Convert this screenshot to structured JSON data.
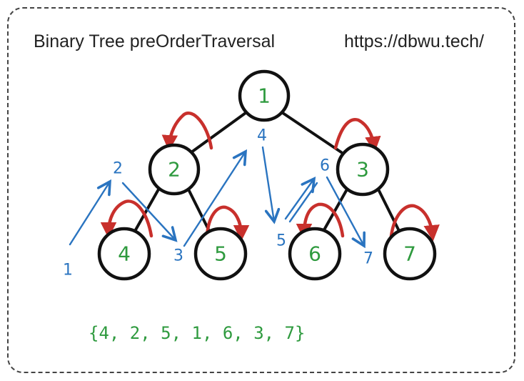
{
  "header": {
    "title": "Binary Tree preOrderTraversal",
    "url": "https://dbwu.tech/"
  },
  "tree": {
    "nodes": [
      "1",
      "2",
      "3",
      "4",
      "5",
      "6",
      "7"
    ]
  },
  "steps": [
    "1",
    "2",
    "3",
    "4",
    "5",
    "6",
    "7"
  ],
  "result": "{4, 2, 5, 1, 6, 3, 7}",
  "colors": {
    "node_label": "#2e9a3e",
    "step_arrow": "#2a74c0",
    "visit_arrow": "#c8302c",
    "edge": "#111111"
  }
}
